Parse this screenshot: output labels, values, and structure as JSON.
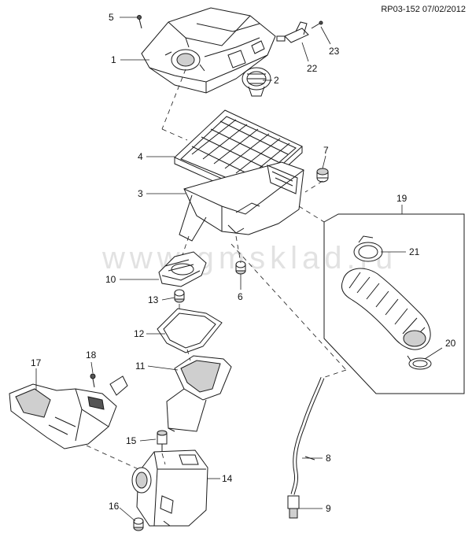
{
  "reference_code": "RP03-152 07/02/2012",
  "watermark": "www.gmsklad.ru",
  "colors": {
    "line": "#1a1a1a",
    "fill": "#ffffff",
    "shade": "#cfcfcf",
    "dark": "#555555"
  },
  "callouts": [
    {
      "num": "1"
    },
    {
      "num": "2"
    },
    {
      "num": "3"
    },
    {
      "num": "4"
    },
    {
      "num": "5"
    },
    {
      "num": "6"
    },
    {
      "num": "7"
    },
    {
      "num": "8"
    },
    {
      "num": "9"
    },
    {
      "num": "10"
    },
    {
      "num": "11"
    },
    {
      "num": "12"
    },
    {
      "num": "13"
    },
    {
      "num": "14"
    },
    {
      "num": "15"
    },
    {
      "num": "16"
    },
    {
      "num": "17"
    },
    {
      "num": "18"
    },
    {
      "num": "19"
    },
    {
      "num": "20"
    },
    {
      "num": "21"
    },
    {
      "num": "22"
    },
    {
      "num": "23"
    }
  ]
}
